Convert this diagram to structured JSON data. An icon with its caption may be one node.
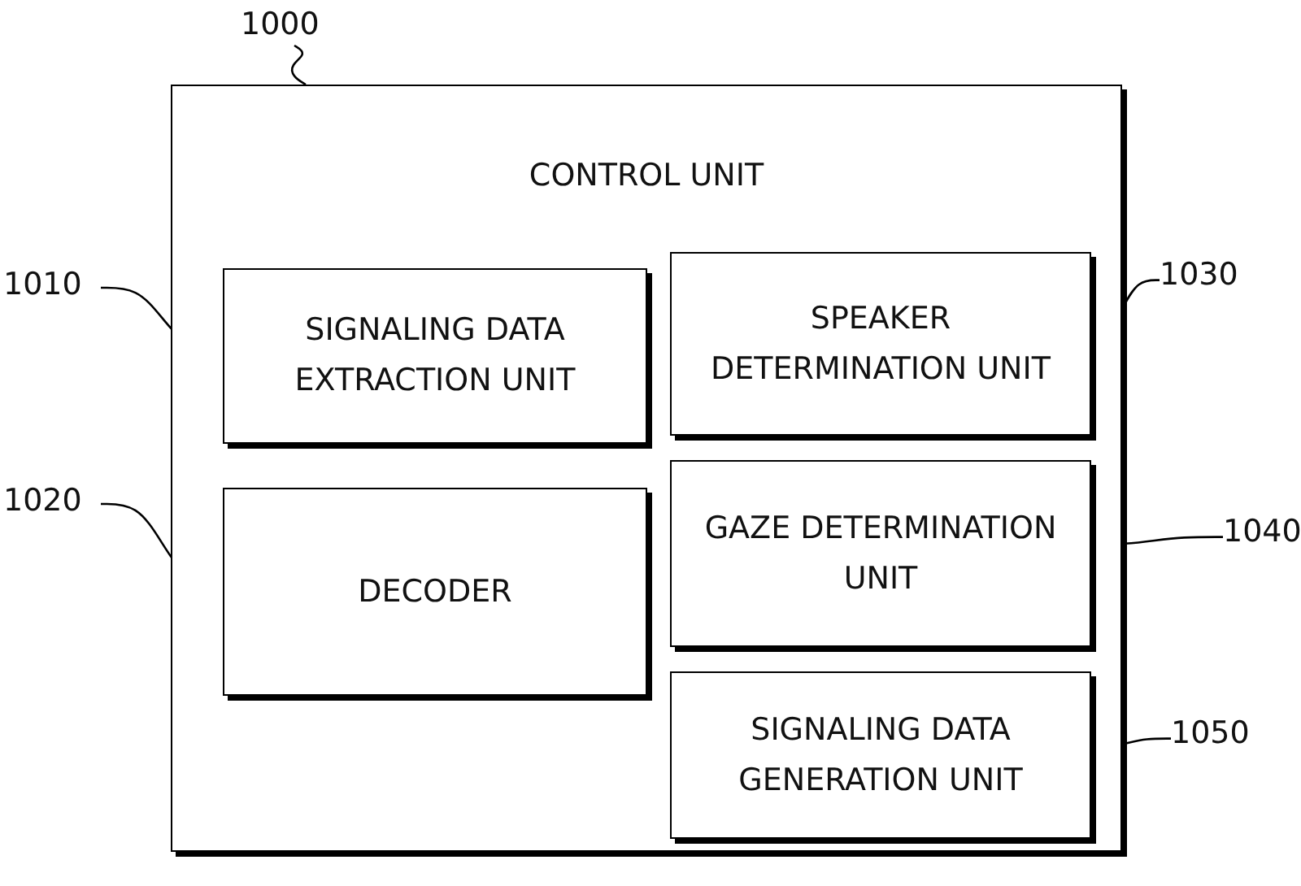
{
  "diagram": {
    "nodes": [
      {
        "text": [
          "CONTROL UNIT"
        ]
      },
      {
        "text": [
          "SIGNALING DATA EXTRACTION UNIT"
        ],
        "in": 0
      },
      {
        "text": [
          "SPEAKER DETERMINATION UNIT"
        ],
        "in": 0
      },
      {
        "text": [
          "DECODER"
        ],
        "in": 0
      },
      {
        "text": [
          "GAZE DETERMINATION UNIT"
        ],
        "in": 0
      },
      {
        "text": [
          "SIGNALING DATA GENERATION UNIT"
        ],
        "in": 0
      },
      {
        "text": [
          "1000"
        ]
      },
      {
        "text": [
          "1010"
        ]
      },
      {
        "text": [
          "1020"
        ]
      },
      {
        "text": [
          "1030"
        ]
      },
      {
        "text": [
          "1040"
        ]
      },
      {
        "text": [
          "1050"
        ]
      }
    ],
    "edges": [
      {
        "from": 6,
        "to": 0,
        "arrow": "none"
      },
      {
        "from": 7,
        "to": 1,
        "arrow": "none"
      },
      {
        "from": 8,
        "to": 3,
        "arrow": "none"
      },
      {
        "from": 9,
        "to": 2,
        "arrow": "none"
      },
      {
        "from": 10,
        "to": 4,
        "arrow": "none"
      },
      {
        "from": 11,
        "to": 5,
        "arrow": "none"
      }
    ]
  }
}
